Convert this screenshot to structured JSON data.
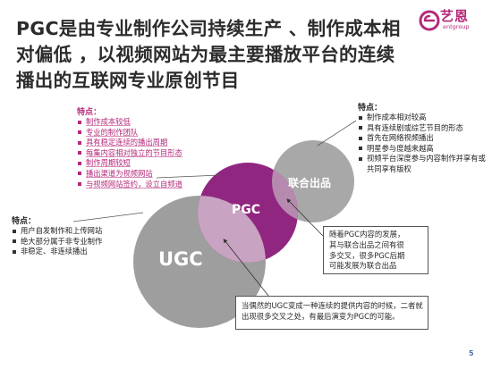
{
  "title": {
    "line1": "PGC是由专业制作公司持续生产 、制作成本相",
    "line2": "对偏低 ，以视频网站为最主要播放平台的连续",
    "line3": "播出的互联网专业原创节目"
  },
  "logo": {
    "name": "艺恩",
    "sub": "entgroup"
  },
  "pgc_features": {
    "heading": "特点：",
    "items": [
      "制作成本较低",
      "专业的制作团队",
      "具有稳定连续的播出周期",
      "每集内容相对独立的节目形态",
      "制作周期较短",
      "播出渠道为视频网站",
      "与视频网站签约，设立自频道"
    ]
  },
  "ugc_features": {
    "heading": "特点：",
    "items": [
      "用户自发制作和上传网站",
      "绝大部分属于非专业制作",
      "非稳定、非连续播出"
    ]
  },
  "show_features": {
    "heading": "特点：",
    "items": [
      "制作成本相对较高",
      "具有连续剧或综艺节目的形态",
      "首先在网络视频播出",
      "明星参与度越来越高",
      "视频平台深度参与内容制作并享有或共同享有版权"
    ]
  },
  "circles": {
    "ugc": "UGC",
    "pgc": "PGC",
    "show": "联合出品"
  },
  "callout_pgc": {
    "lines": [
      "随着PGC内容的发展，",
      "其与联合出品之间有很",
      "多交叉，很多PGC后期",
      "可能发展为联合出品"
    ]
  },
  "callout_ugc": {
    "lines": [
      "当偶然的UGC变成一种连续的提供内容的时候，二者就",
      "出现很多交叉之处，有最后演变为PGC的可能。"
    ]
  },
  "page_number": "5",
  "colors": {
    "accent": "#b4297a",
    "pgc_circle": "#8b1a79",
    "gray_circle": "#9e9e9e"
  }
}
